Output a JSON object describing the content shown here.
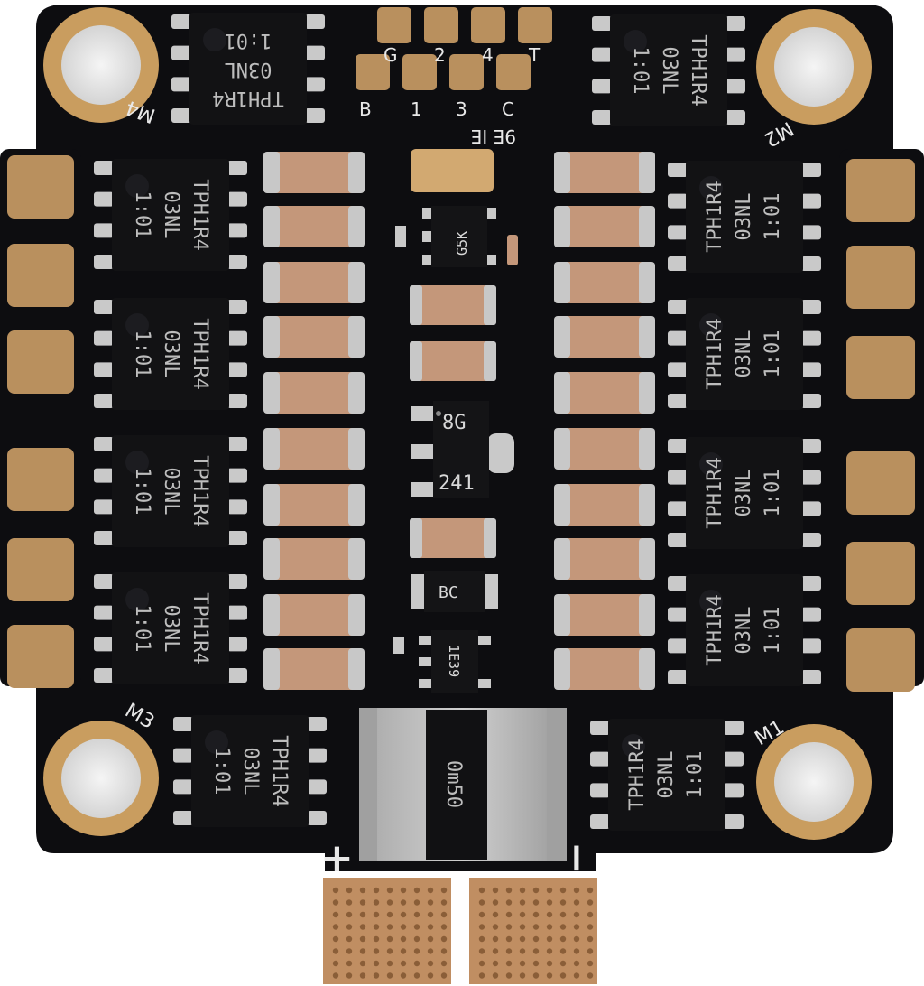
{
  "board": {
    "colors": {
      "pcb": "#0d0d10",
      "pad_copper": "#b9905e",
      "ring_gold": "#c99d5f",
      "chip_body": "#121214",
      "lead_silver": "#c9c9c9",
      "cap_body": "#c4977a",
      "cap_end": "#c8c8c8",
      "silk": "#e8e8e8"
    },
    "mosfet_part": "TPH1R4",
    "mosfet_sub": "03NL",
    "mosfet_date": "1:01",
    "motor_labels": {
      "m1": "M1",
      "m2": "M2",
      "m3": "M3",
      "m4": "M4"
    },
    "signal_labels": {
      "g": "G",
      "s2": "2",
      "s4": "4",
      "t": "T",
      "b": "B",
      "s1": "1",
      "s3": "3",
      "c": "C"
    },
    "mirror_label": "9E IE",
    "shunt_label": "0m50",
    "ic_top": "8G",
    "ic_bottom": "241",
    "diode_label": "BC",
    "regulator_label": "1E39",
    "small_ic_label": "G5K",
    "plus_sign": "+",
    "minus_sign": "−"
  }
}
